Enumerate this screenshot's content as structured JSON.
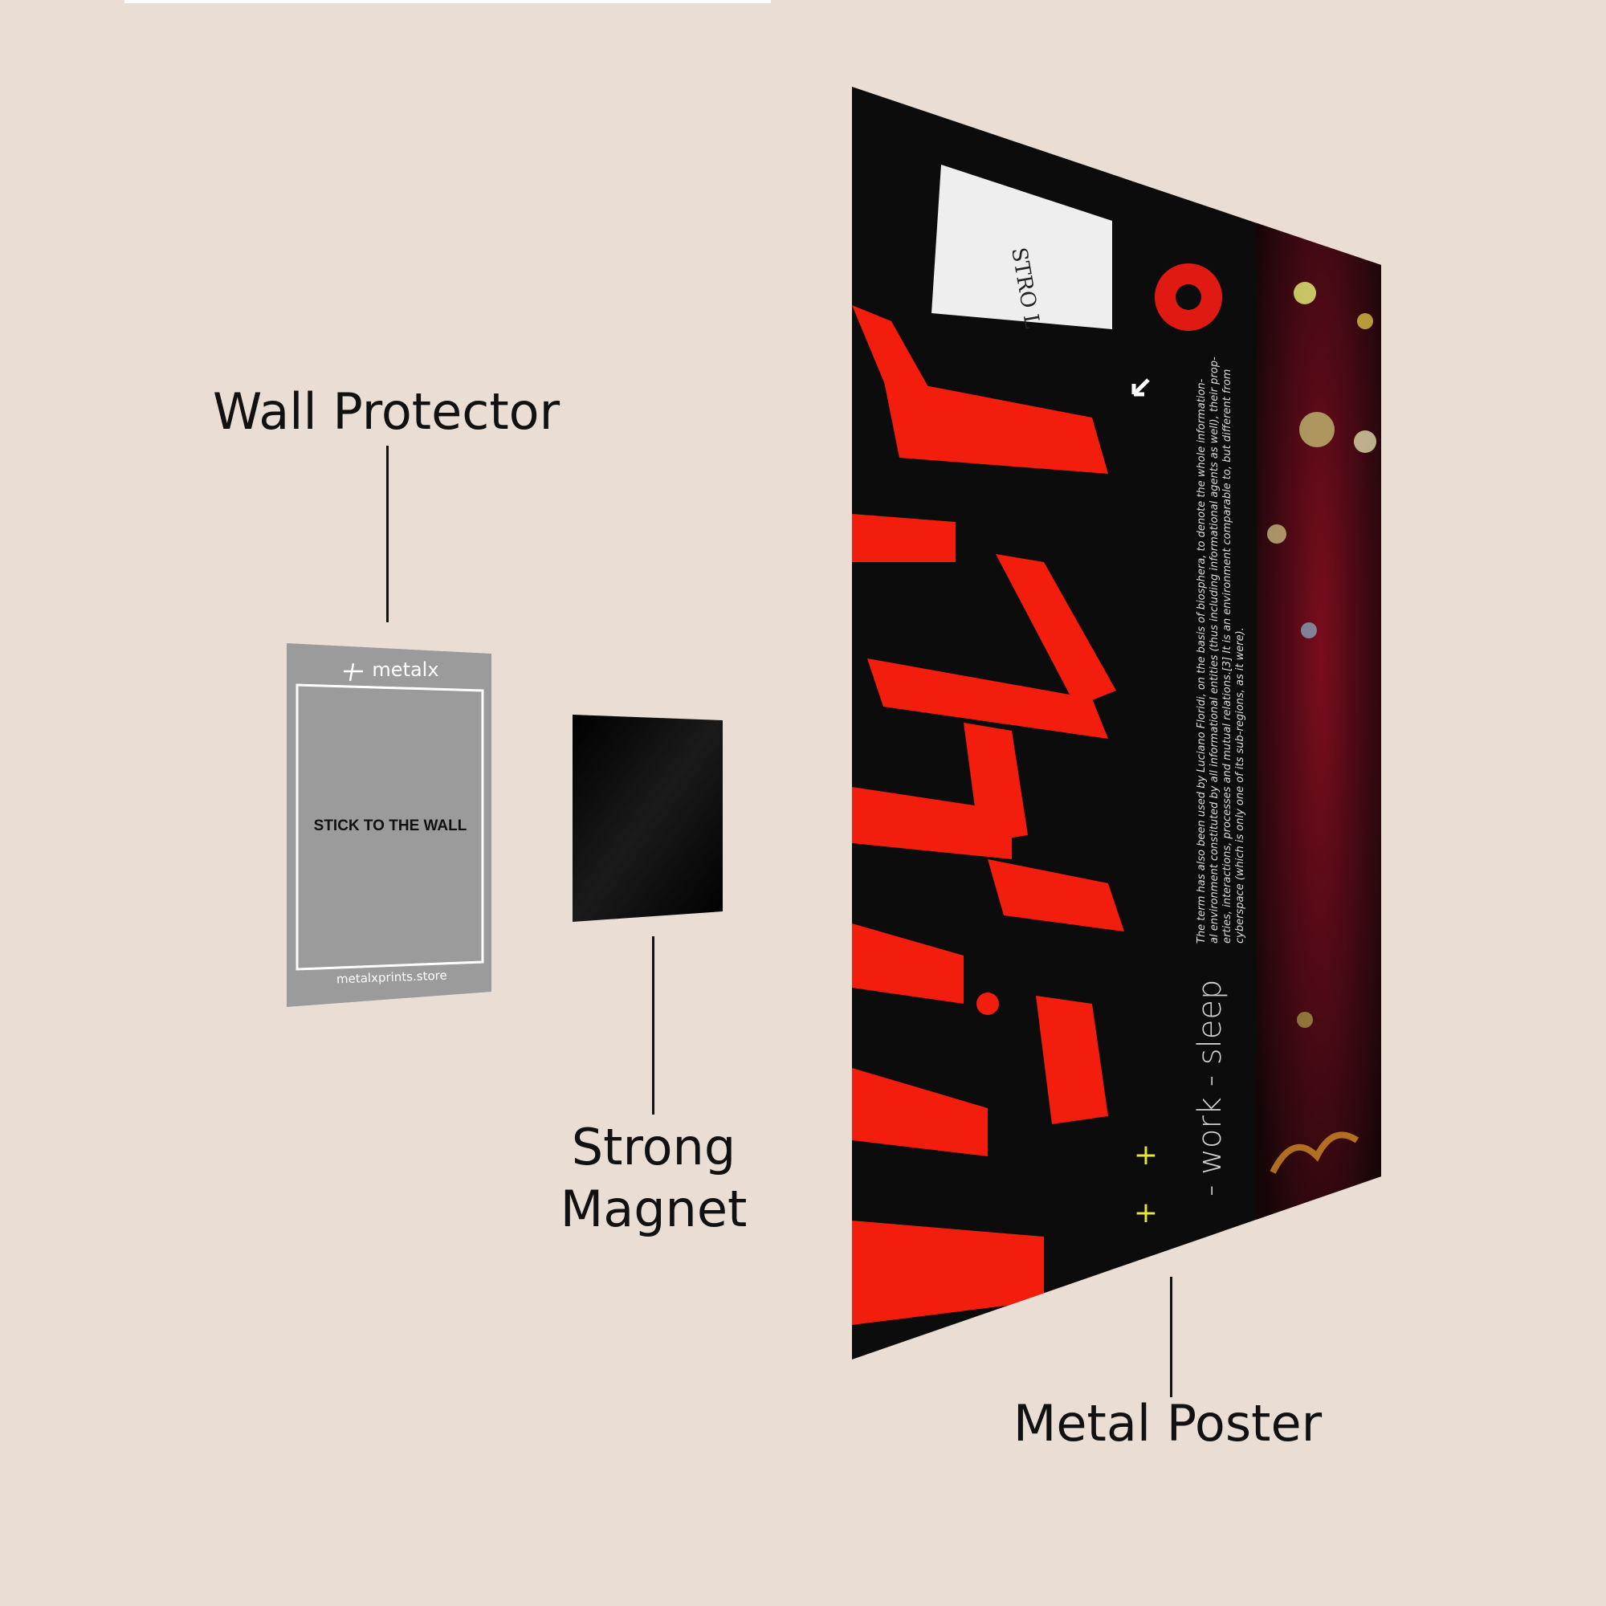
{
  "labels": {
    "wall_protector": "Wall Protector",
    "strong": "Strong",
    "magnet": "Magnet",
    "metal_poster": "Metal Poster"
  },
  "wall_protector_card": {
    "brand": "metalx",
    "instruction": "STICK TO THE WALL",
    "website": "metalxprints.store"
  },
  "poster": {
    "tag_text": "STRO L",
    "body_lines": [
      "The term has also been used by Luciano Floridi, on the basis of biosphera, to denote the whole information-",
      "al environment constituted by all informational entities (thus including informational agents as well), their prop-",
      "erties, interactions, processes and mutual relations.[3] It is an environment comparable to, but different from",
      "cyberspace (which is only one of its sub-regions, as it were)."
    ],
    "tagline": "- work - sleep",
    "plus": "+"
  },
  "colors": {
    "background": "#eaddd4",
    "protector": "#9b9b9b",
    "magnet": "#050505",
    "poster_red": "#f21d0c",
    "poster_black": "#0c0c0c",
    "accent_yellow": "#e8e23a"
  }
}
